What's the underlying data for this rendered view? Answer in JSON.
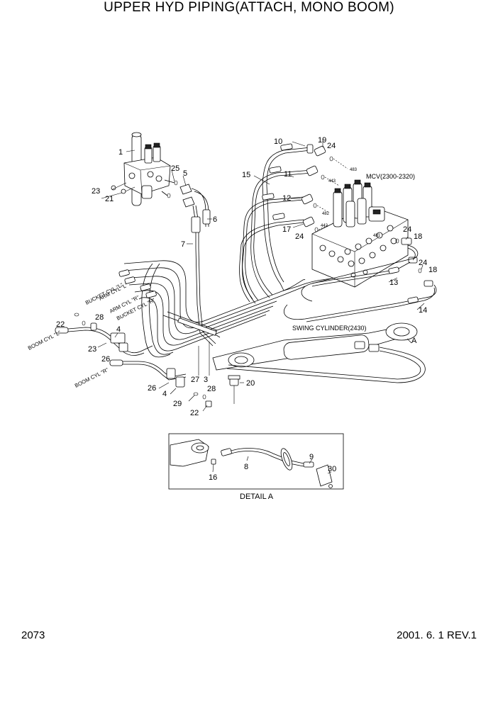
{
  "title": "UPPER HYD PIPING(ATTACH, MONO BOOM)",
  "page_number": "2073",
  "revision": "2001. 6. 1 REV.1",
  "detail_label": "DETAIL A",
  "component_labels": {
    "mcv": "MCV(2300-2320)",
    "swing_cylinder": "SWING CYLINDER(2430)",
    "detail_ref": "A"
  },
  "hose_tags": {
    "bucket_l": "BUCKET CYL \"L\"",
    "arm_l": "ARM CYL \"L\"",
    "arm_r": "ARM CYL \"R\"",
    "bucket_r": "BUCKET CYL \"R\"",
    "boom_l": "BOOM CYL \"L\"",
    "boom_r": "BOOM CYL \"R\""
  },
  "port_marks": {
    "p483": "483",
    "p443": "443",
    "p482": "482",
    "p442": "442",
    "p481": "481"
  },
  "callouts": {
    "c1": "1",
    "c3": "3",
    "c4a": "4",
    "c4b": "4",
    "c5": "5",
    "c6": "6",
    "c7": "7",
    "c8": "8",
    "c9": "9",
    "c10": "10",
    "c11": "11",
    "c12": "12",
    "c13": "13",
    "c14": "14",
    "c15": "15",
    "c16": "16",
    "c17": "17",
    "c18a": "18",
    "c18b": "18",
    "c19": "19",
    "c20": "20",
    "c21": "21",
    "c22a": "22",
    "c22b": "22",
    "c23a": "23",
    "c23b": "23",
    "c24a": "24",
    "c24b": "24",
    "c24c": "24",
    "c24d": "24",
    "c25": "25",
    "c26a": "26",
    "c26b": "26",
    "c27": "27",
    "c28a": "28",
    "c28b": "28",
    "c29": "29",
    "c30": "30"
  }
}
